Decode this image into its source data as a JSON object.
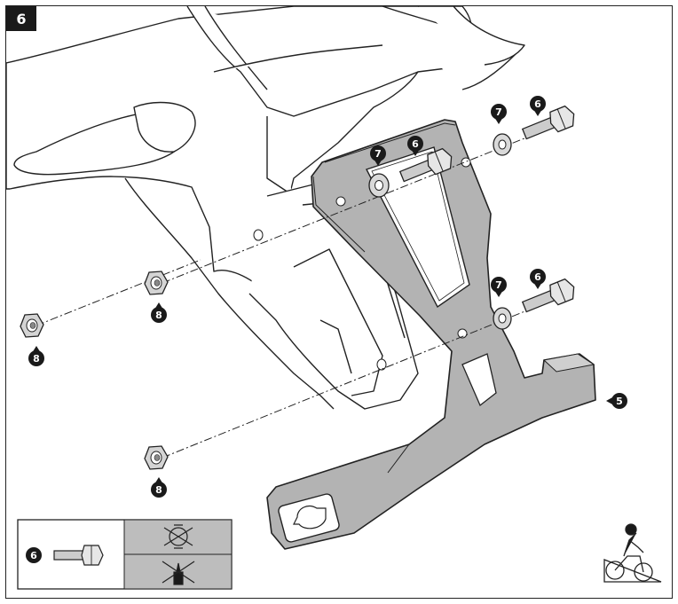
{
  "step": {
    "number": "6"
  },
  "callouts": {
    "bracket": "5",
    "bolt": "6",
    "washer": "7",
    "nut": "8"
  },
  "legend": {
    "part_number": "6"
  },
  "colors": {
    "bracket_fill": "#b3b3b3",
    "panel_fill": "#bdbdbd",
    "outline": "#222222",
    "callout": "#1a1a1a"
  },
  "icons": {
    "no_grease": "no-grease-icon",
    "no_threadlock": "no-threadlock-icon",
    "motorcycle_rider": "motorcycle-rider-icon"
  }
}
